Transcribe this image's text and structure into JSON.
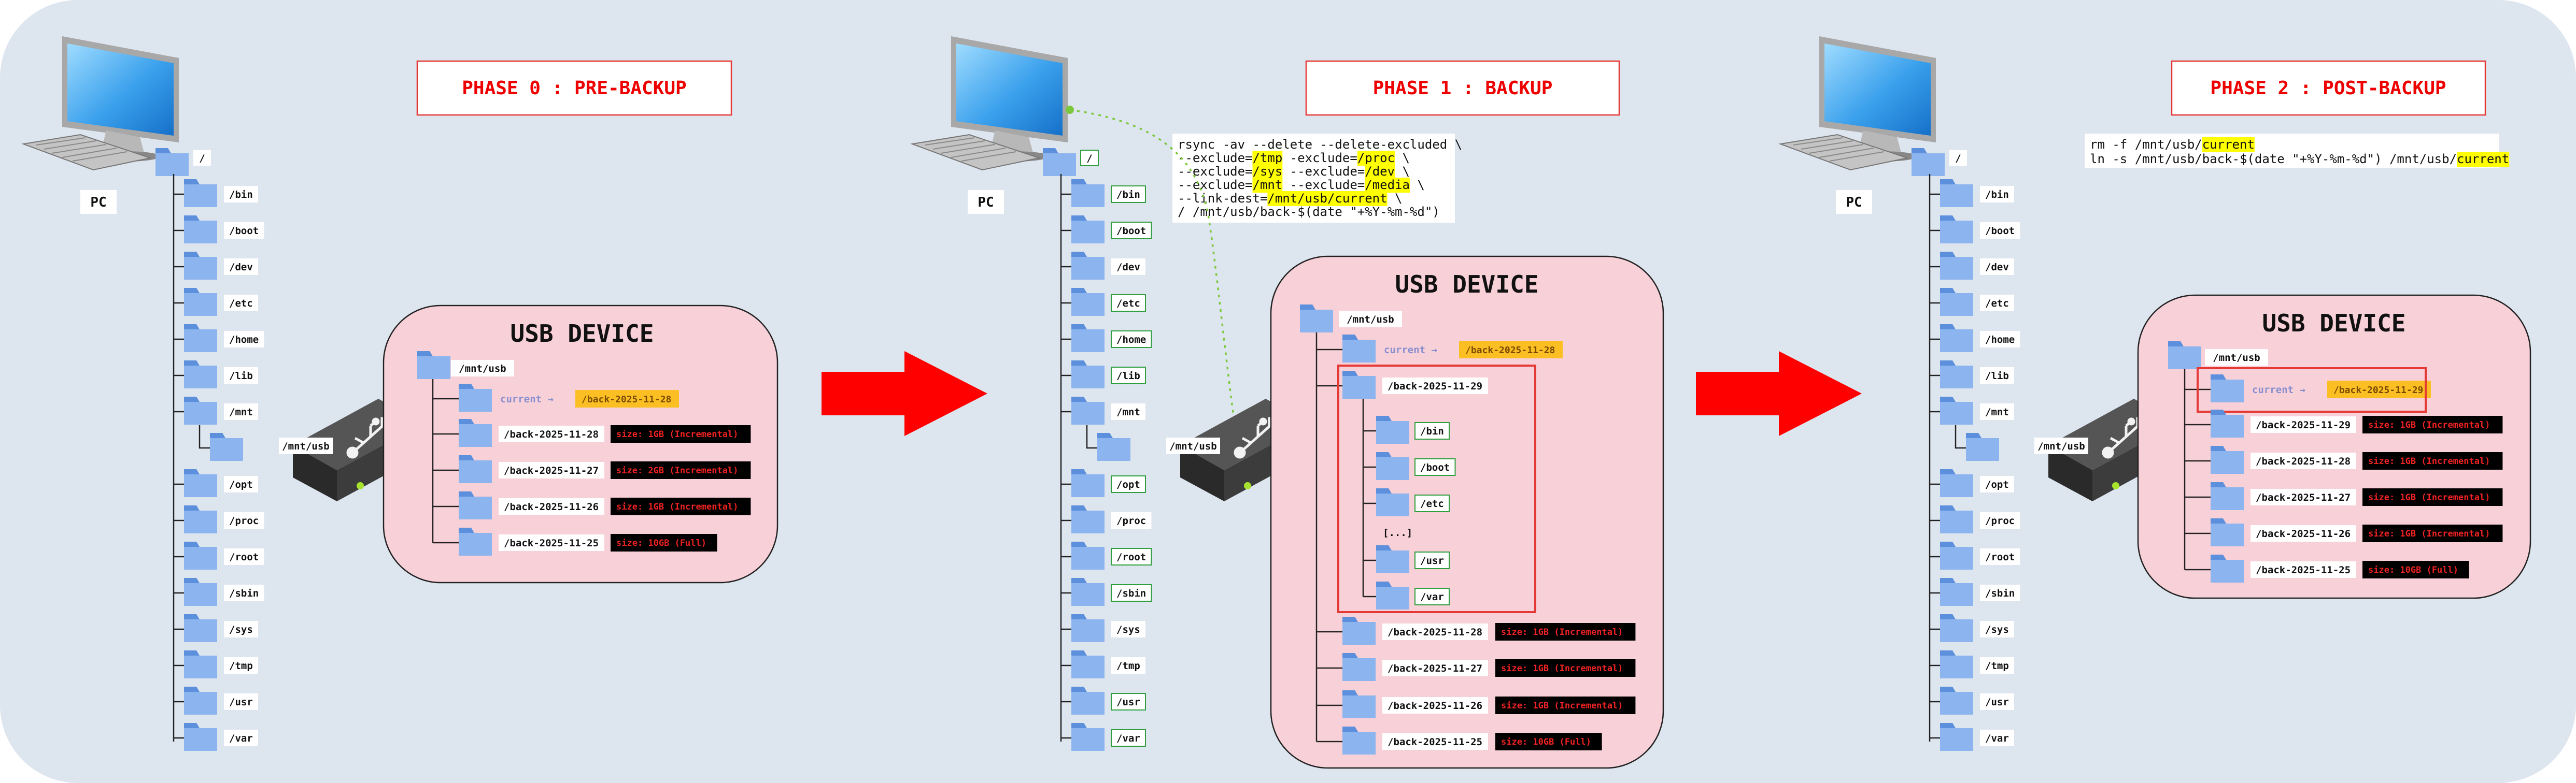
{
  "colors": {
    "background": "#dde5ef",
    "phase_border": "#e53935",
    "phase_text": "#ee0000",
    "usb_fill": "#f8d0d8",
    "folder": "#8cb4ee",
    "folder_dark": "#5c8fdc",
    "highlight": "#ffff00",
    "size_box": "#000000",
    "size_text": "#ee2222",
    "excluded": "#ee0000",
    "included_border": "#2e9e3e",
    "current_label": "#8a8fcf",
    "current_target_fill": "#fbbf24",
    "arrow": "#ff0000",
    "link_dotted": "#7cc83c"
  },
  "icons": [
    "pc-monitor-icon",
    "keyboard-icon",
    "folder-icon",
    "usb-drive-icon",
    "usb-symbol-icon",
    "arrow-right-icon"
  ],
  "common": {
    "pc_label": "PC",
    "root": "/",
    "mnt_usb": "/mnt/usb",
    "usb_title": "USB DEVICE",
    "current_label": "current →",
    "dots": "[...]"
  },
  "pc_dirs": [
    "/bin",
    "/boot",
    "/dev",
    "/etc",
    "/home",
    "/lib",
    "/mnt",
    "/opt",
    "/proc",
    "/root",
    "/sbin",
    "/sys",
    "/tmp",
    "/usr",
    "/var"
  ],
  "phase0": {
    "title": "PHASE 0 : PRE-BACKUP",
    "current_target": "/back-2025-11-28",
    "backups": [
      {
        "name": "/back-2025-11-28",
        "size": "size: 1GB (Incremental)"
      },
      {
        "name": "/back-2025-11-27",
        "size": "size: 2GB (Incremental)"
      },
      {
        "name": "/back-2025-11-26",
        "size": "size: 1GB (Incremental)"
      },
      {
        "name": "/back-2025-11-25",
        "size": "size: 10GB (Full)"
      }
    ]
  },
  "phase1": {
    "title": "PHASE 1 : BACKUP",
    "excluded_dirs": [
      "/dev",
      "/mnt",
      "/proc",
      "/sys",
      "/tmp"
    ],
    "command_lines": [
      [
        {
          "t": "rsync -av --delete --delete-excluded \\"
        }
      ],
      [
        {
          "t": "--exclude="
        },
        {
          "t": "/tmp",
          "h": true
        },
        {
          "t": " -exclude="
        },
        {
          "t": "/proc",
          "h": true
        },
        {
          "t": " \\"
        }
      ],
      [
        {
          "t": "--exclude="
        },
        {
          "t": "/sys",
          "h": true
        },
        {
          "t": " --exclude="
        },
        {
          "t": "/dev",
          "h": true
        },
        {
          "t": " \\"
        }
      ],
      [
        {
          "t": "--exclude="
        },
        {
          "t": "/mnt",
          "h": true
        },
        {
          "t": " --exclude="
        },
        {
          "t": "/media",
          "h": true
        },
        {
          "t": " \\"
        }
      ],
      [
        {
          "t": "--link-dest="
        },
        {
          "t": "/mnt/usb/current",
          "h": true
        },
        {
          "t": " \\"
        }
      ],
      [
        {
          "t": "/ /mnt/usb/back-$(date \"+%Y-%m-%d\")"
        }
      ]
    ],
    "current_target": "/back-2025-11-28",
    "new_backup": "/back-2025-11-29",
    "new_backup_dirs": [
      "/bin",
      "/boot",
      "/etc",
      "/usr",
      "/var"
    ],
    "backups": [
      {
        "name": "/back-2025-11-28",
        "size": "size: 1GB (Incremental)"
      },
      {
        "name": "/back-2025-11-27",
        "size": "size: 1GB (Incremental)"
      },
      {
        "name": "/back-2025-11-26",
        "size": "size: 1GB (Incremental)"
      },
      {
        "name": "/back-2025-11-25",
        "size": "size: 10GB (Full)"
      }
    ]
  },
  "phase2": {
    "title": "PHASE 2 : POST-BACKUP",
    "command_lines": [
      [
        {
          "t": "rm -f /mnt/usb/"
        },
        {
          "t": "current",
          "h": true
        }
      ],
      [
        {
          "t": "ln -s /mnt/usb/back-$(date \"+%Y-%m-%d\") /mnt/usb/"
        },
        {
          "t": "current",
          "h": true
        }
      ]
    ],
    "current_target": "/back-2025-11-29",
    "backups": [
      {
        "name": "/back-2025-11-29",
        "size": "size: 1GB (Incremental)"
      },
      {
        "name": "/back-2025-11-28",
        "size": "size: 1GB (Incremental)"
      },
      {
        "name": "/back-2025-11-27",
        "size": "size: 1GB (Incremental)"
      },
      {
        "name": "/back-2025-11-26",
        "size": "size: 1GB (Incremental)"
      },
      {
        "name": "/back-2025-11-25",
        "size": "size: 10GB (Full)"
      }
    ]
  }
}
